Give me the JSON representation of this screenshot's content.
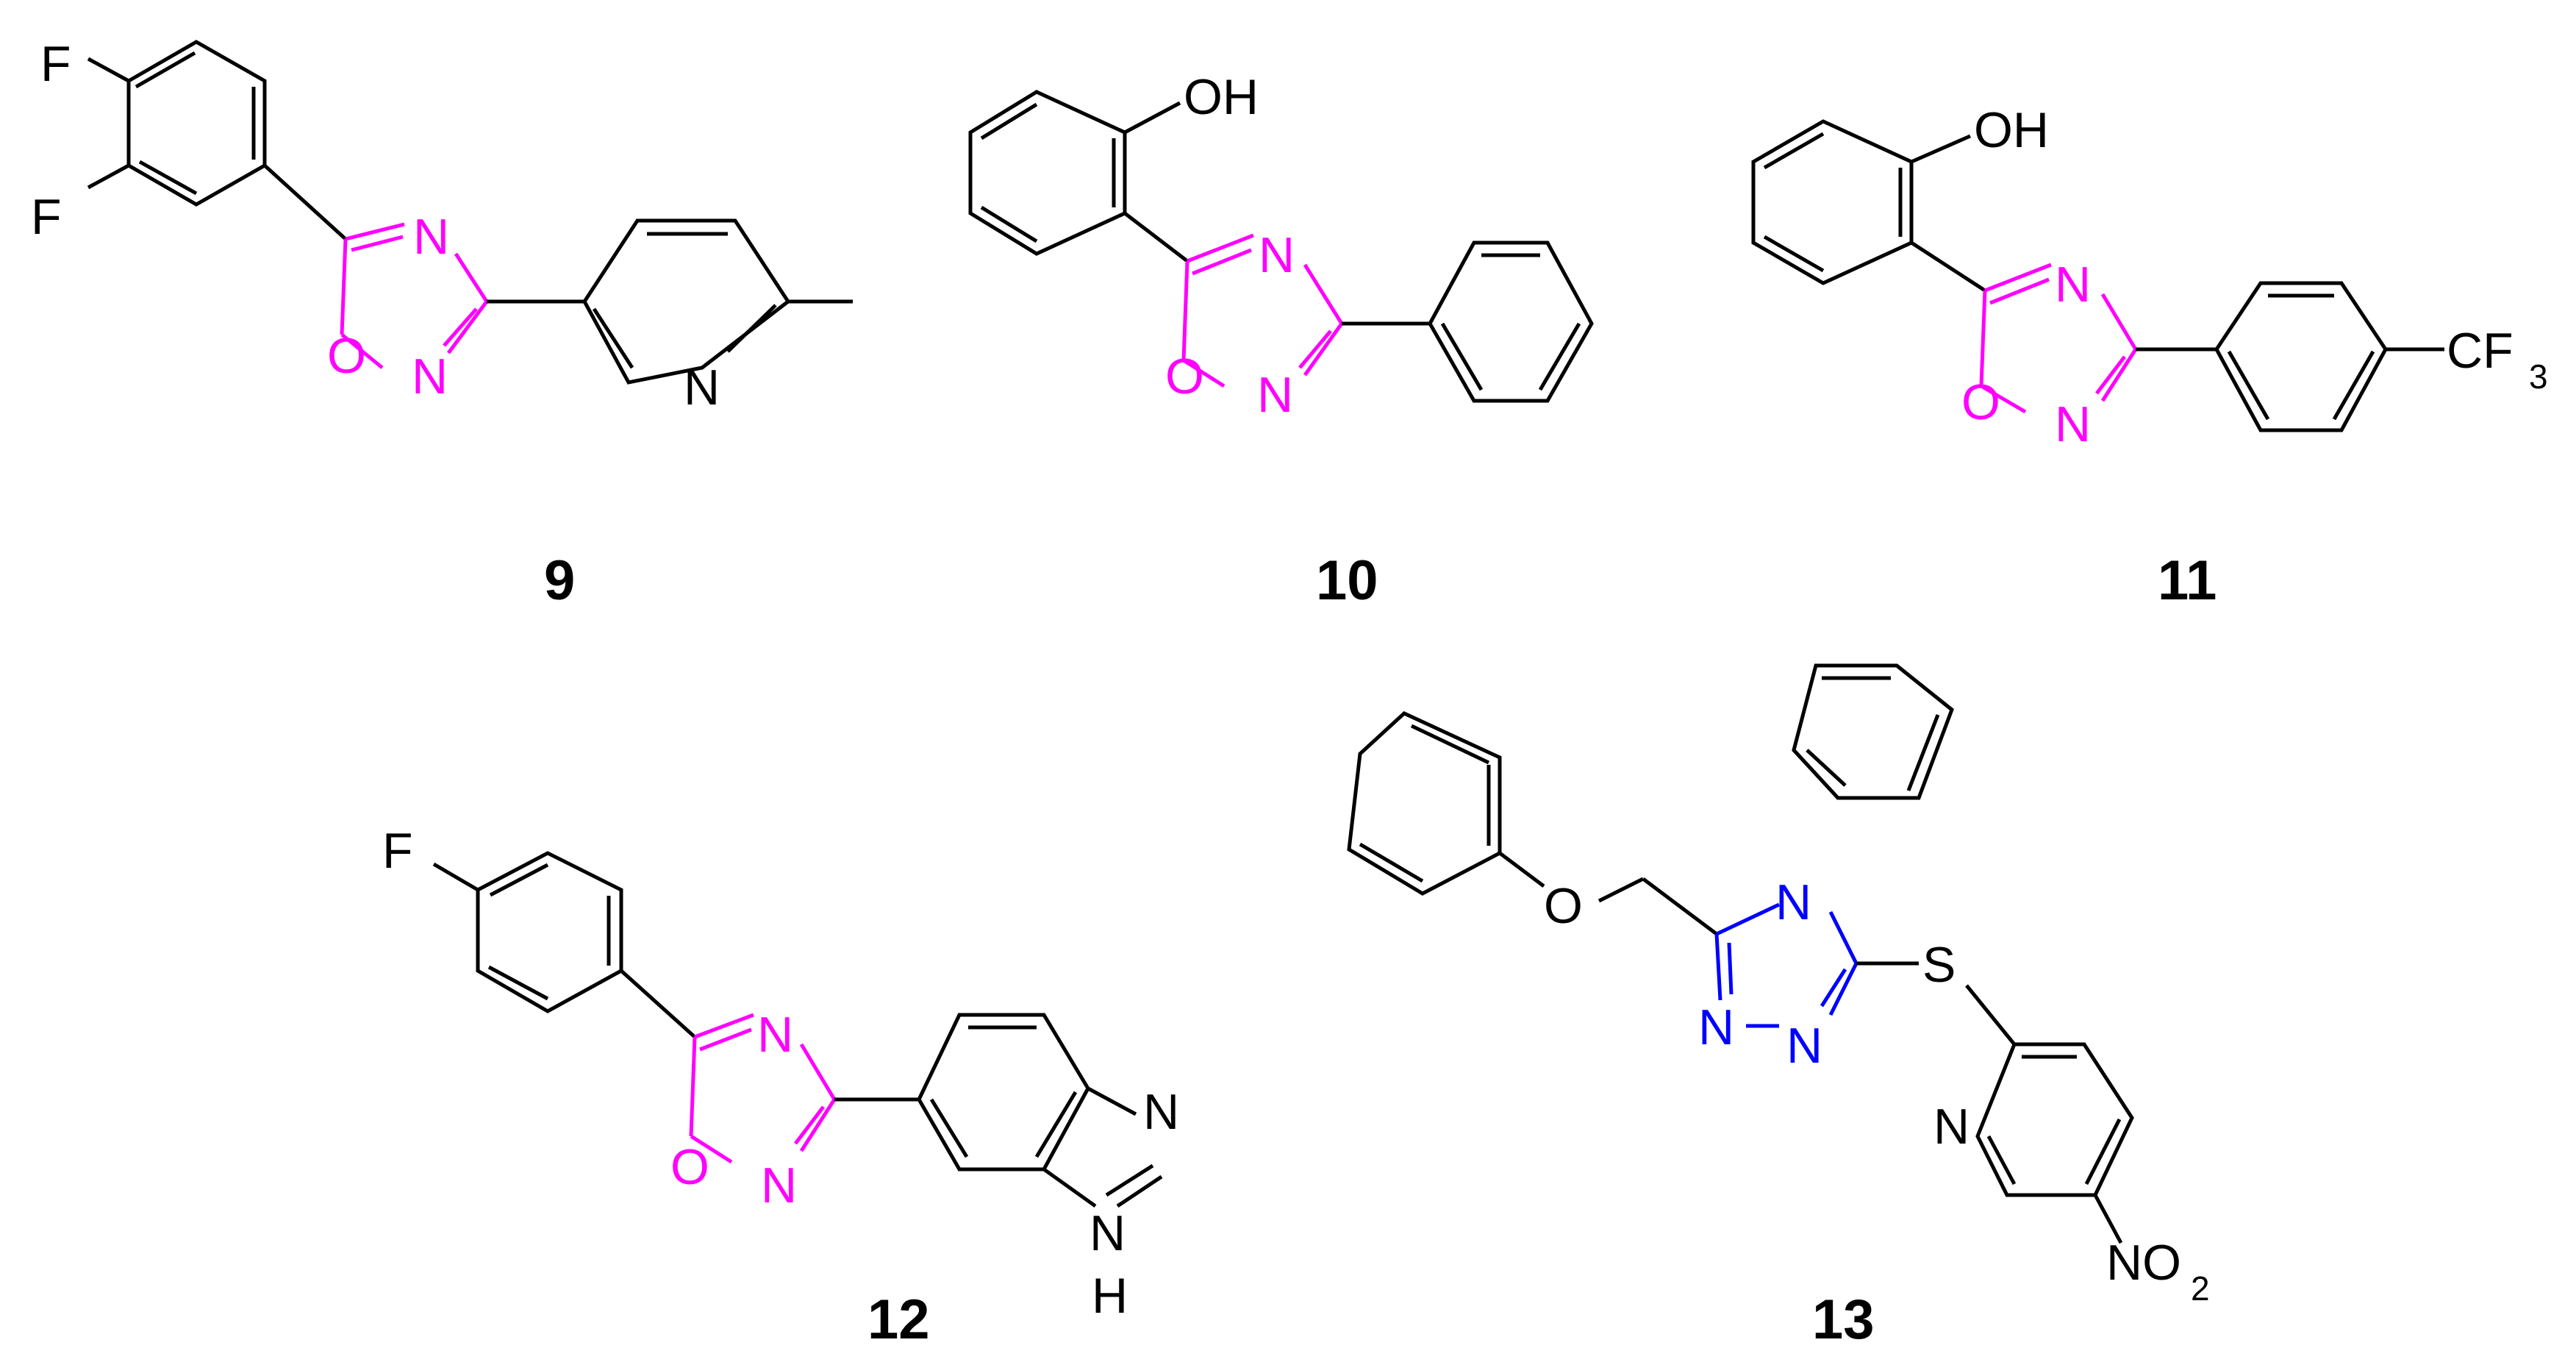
{
  "colors": {
    "bond": "#000000",
    "oxadiazole": "#ff00ff",
    "triazole": "#0000ff"
  },
  "compounds": {
    "c9": {
      "label": "9",
      "atoms": {
        "f_top": "F",
        "f_left": "F",
        "ring_n_top": "N",
        "ring_o": "O",
        "ring_n_bottom": "N",
        "pyridine_n": "N"
      }
    },
    "c10": {
      "label": "10",
      "atoms": {
        "oh": "OH",
        "ring_n_top": "N",
        "ring_o": "O",
        "ring_n_bottom": "N"
      }
    },
    "c11": {
      "label": "11",
      "atoms": {
        "oh": "OH",
        "ring_n_top": "N",
        "ring_o": "O",
        "ring_n_bottom": "N",
        "cf3_main": "CF",
        "cf3_sub": "3"
      }
    },
    "c12": {
      "label": "12",
      "atoms": {
        "f": "F",
        "ring_n_top": "N",
        "ring_o": "O",
        "ring_n_bottom": "N",
        "imid_n": "N",
        "imid_nh_n": "N",
        "imid_nh_h": "H"
      }
    },
    "c13": {
      "label": "13",
      "atoms": {
        "ether_o": "O",
        "triazole_n4": "N",
        "triazole_n_left": "N",
        "triazole_n_right": "N",
        "s": "S",
        "pyridine_n": "N",
        "no2_main": "NO",
        "no2_sub": "2"
      }
    }
  }
}
